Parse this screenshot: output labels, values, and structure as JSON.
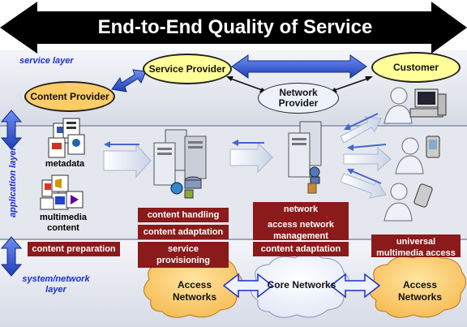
{
  "title": "End-to-End Quality of Service",
  "layers": {
    "service": "service layer",
    "application": "application layer",
    "system_network": "system/network layer"
  },
  "nodes": {
    "service_provider": "Service Provider",
    "customer": "Customer",
    "content_provider": "Content Provider",
    "network_provider": "Network Provider"
  },
  "content": {
    "metadata": "metadata",
    "multimedia_content": "multimedia content"
  },
  "tags": {
    "content_preparation": "content preparation",
    "content_handling": "content handling",
    "content_adaptation_1": "content adaptation",
    "service_provisioning": "service provisioning",
    "network_management": "network management",
    "access_network_management": "access network management",
    "content_adaptation_2": "content adaptation",
    "universal_multimedia_access": "universal multimedia access"
  },
  "clouds": {
    "access_left": "Access Networks",
    "core": "Core Networks",
    "access_right": "Access Networks"
  },
  "colors": {
    "title_arrow": "#000000",
    "band": "#dfe3ee",
    "blue_arrow": "#2255cc",
    "tag_bg": "#8b1a1a",
    "cloud": "#ffcc66",
    "yellow": "#ffff99",
    "layer_text": "#1a2fd0"
  }
}
